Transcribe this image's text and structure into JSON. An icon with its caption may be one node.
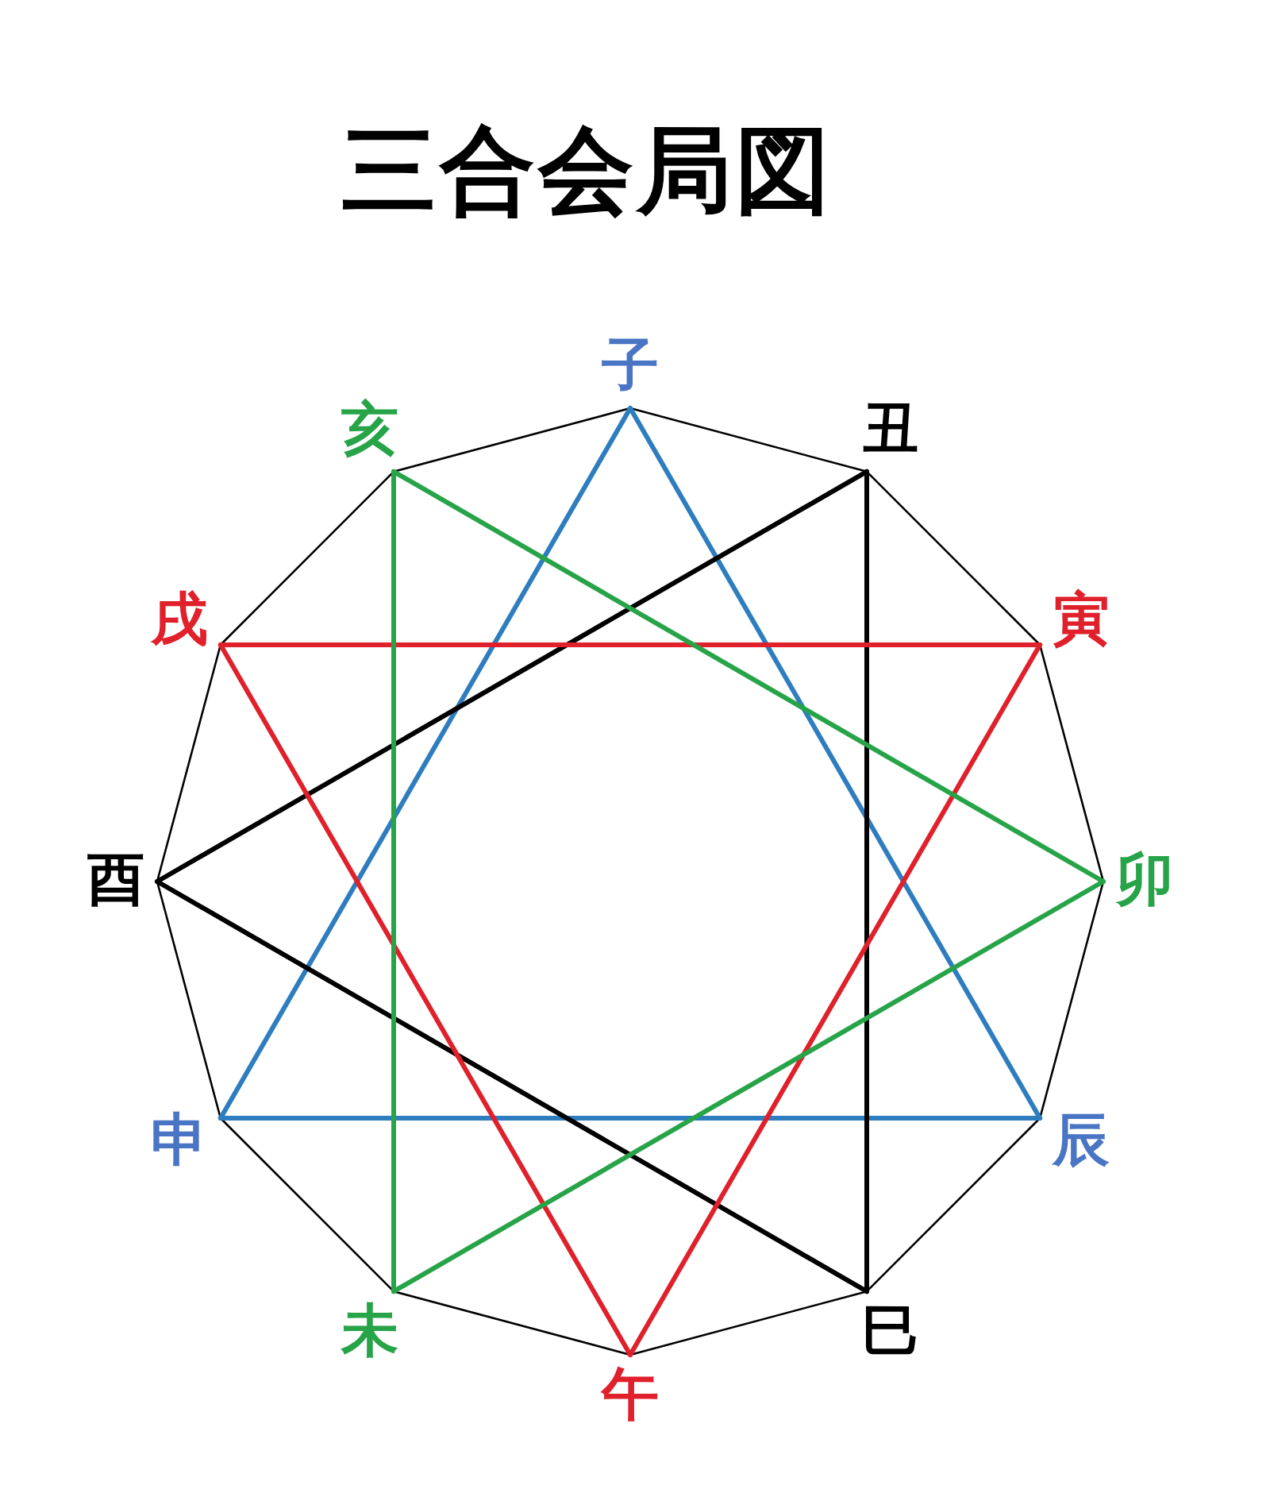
{
  "diagram": {
    "title": "三合会局図",
    "nodes": [
      {
        "text": [
          "子"
        ]
      },
      {
        "text": [
          "丑"
        ]
      },
      {
        "text": [
          "寅"
        ]
      },
      {
        "text": [
          "卯"
        ]
      },
      {
        "text": [
          "辰"
        ]
      },
      {
        "text": [
          "巳"
        ]
      },
      {
        "text": [
          "午"
        ]
      },
      {
        "text": [
          "未"
        ]
      },
      {
        "text": [
          "申"
        ]
      },
      {
        "text": [
          "酉"
        ]
      },
      {
        "text": [
          "戌"
        ]
      },
      {
        "text": [
          "亥"
        ]
      }
    ],
    "edges": [
      {
        "from": 0,
        "to": 1,
        "arrow": "none"
      },
      {
        "from": 1,
        "to": 2,
        "arrow": "none"
      },
      {
        "from": 2,
        "to": 3,
        "arrow": "none"
      },
      {
        "from": 3,
        "to": 4,
        "arrow": "none"
      },
      {
        "from": 4,
        "to": 5,
        "arrow": "none"
      },
      {
        "from": 5,
        "to": 6,
        "arrow": "none"
      },
      {
        "from": 6,
        "to": 7,
        "arrow": "none"
      },
      {
        "from": 7,
        "to": 8,
        "arrow": "none"
      },
      {
        "from": 8,
        "to": 9,
        "arrow": "none"
      },
      {
        "from": 9,
        "to": 10,
        "arrow": "none"
      },
      {
        "from": 10,
        "to": 11,
        "arrow": "none"
      },
      {
        "from": 11,
        "to": 0,
        "arrow": "none"
      },
      {
        "from": 0,
        "to": 4,
        "arrow": "none",
        "style": "thick",
        "color": "#2e7dbf"
      },
      {
        "from": 4,
        "to": 8,
        "arrow": "none",
        "style": "thick",
        "color": "#2e7dbf"
      },
      {
        "from": 8,
        "to": 0,
        "arrow": "none",
        "style": "thick",
        "color": "#2e7dbf"
      },
      {
        "from": 1,
        "to": 5,
        "arrow": "none",
        "style": "thick",
        "color": "#000000"
      },
      {
        "from": 5,
        "to": 9,
        "arrow": "none",
        "style": "thick",
        "color": "#000000"
      },
      {
        "from": 9,
        "to": 1,
        "arrow": "none",
        "style": "thick",
        "color": "#000000"
      },
      {
        "from": 2,
        "to": 6,
        "arrow": "none",
        "style": "thick",
        "color": "#e0202a"
      },
      {
        "from": 6,
        "to": 10,
        "arrow": "none",
        "style": "thick",
        "color": "#e0202a"
      },
      {
        "from": 10,
        "to": 2,
        "arrow": "none",
        "style": "thick",
        "color": "#e0202a"
      },
      {
        "from": 3,
        "to": 7,
        "arrow": "none",
        "style": "thick",
        "color": "#27a348"
      },
      {
        "from": 7,
        "to": 11,
        "arrow": "none",
        "style": "thick",
        "color": "#27a348"
      },
      {
        "from": 11,
        "to": 3,
        "arrow": "none",
        "style": "thick",
        "color": "#27a348"
      }
    ]
  }
}
